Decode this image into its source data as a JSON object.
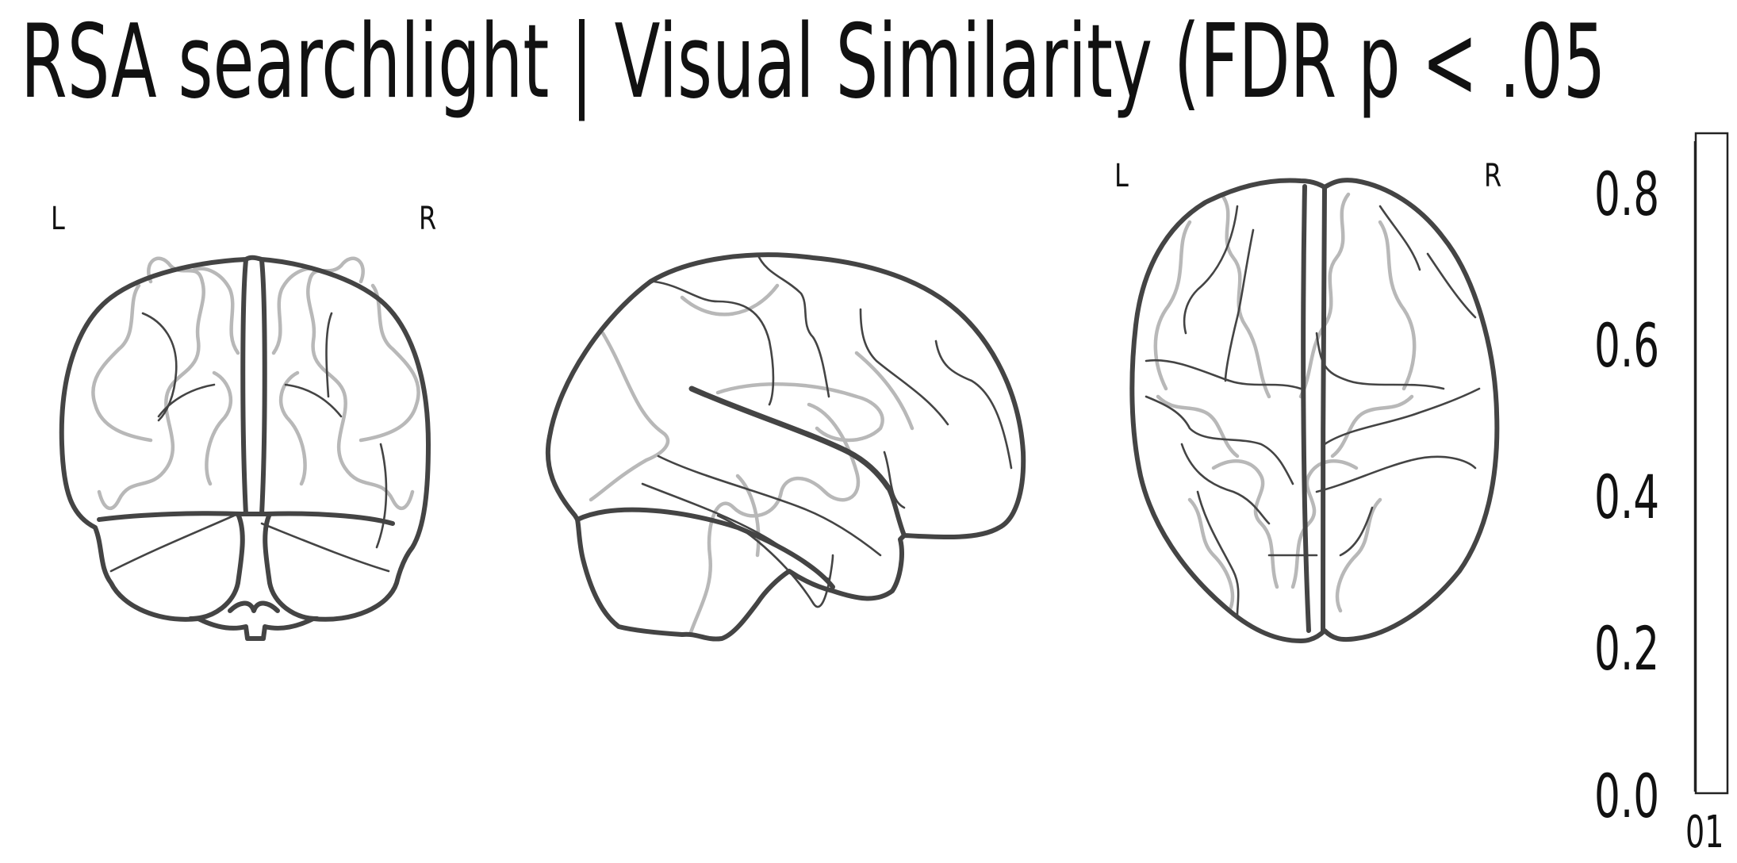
{
  "figure": {
    "title": "RSA searchlight | Visual Similarity (FDR p < .05"
  },
  "views": {
    "coronal": {
      "left_label": "L",
      "right_label": "R"
    },
    "sagittal": {},
    "axial": {
      "left_label": "L",
      "right_label": "R"
    }
  },
  "colorbar": {
    "tick_labels": [
      "0.8",
      "0.6",
      "0.4",
      "0.2",
      "0.0"
    ],
    "partial_label": "01",
    "bar_color": "#ffffff",
    "frame_color": "#222222"
  }
}
